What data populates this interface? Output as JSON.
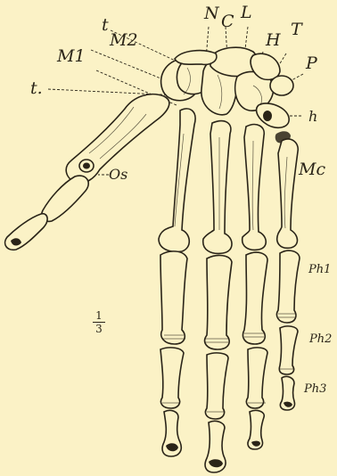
{
  "labels": {
    "N": "N",
    "C": "C",
    "L": "L",
    "H": "H",
    "T": "T",
    "P": "P",
    "t_top": "t",
    "M2": "M2",
    "M1": "M1",
    "t_left": "t.",
    "h": "h",
    "Os": "Os",
    "Mc": "Mc",
    "Ph1": "Ph1",
    "Ph2": "Ph2",
    "Ph3": "Ph3"
  },
  "scale": {
    "numerator": "1",
    "denominator": "3"
  }
}
